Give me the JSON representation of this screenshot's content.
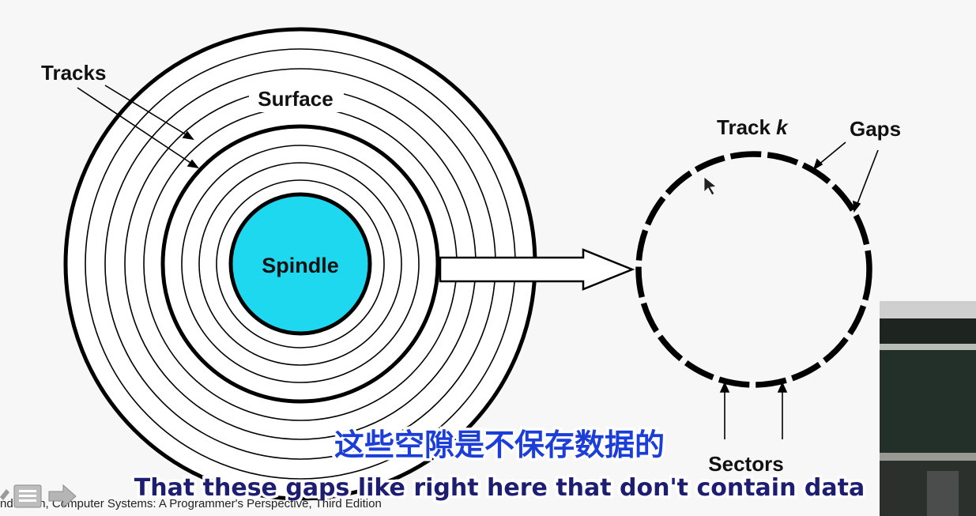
{
  "diagram": {
    "labels": {
      "tracks": "Tracks",
      "surface": "Surface",
      "spindle": "Spindle",
      "track_k_prefix": "Track ",
      "track_k_var": "k",
      "gaps": "Gaps",
      "sectors": "Sectors"
    },
    "colors": {
      "spindle": "#1ed8f0",
      "ink": "#000000",
      "background": "#f7f7f7"
    }
  },
  "subtitles": {
    "chinese": "这些空隙是不保存数据的",
    "english": "That these gaps like right here that don't contain data",
    "chinese_color": "#1c3ed8",
    "english_color": "#1d1d72"
  },
  "footer": {
    "citation": "nd  llaron, Computer Systems: A Programmer's Perspective, Third Edition"
  },
  "icons": [
    "pen-icon",
    "menu-icon",
    "next-arrow-icon"
  ]
}
